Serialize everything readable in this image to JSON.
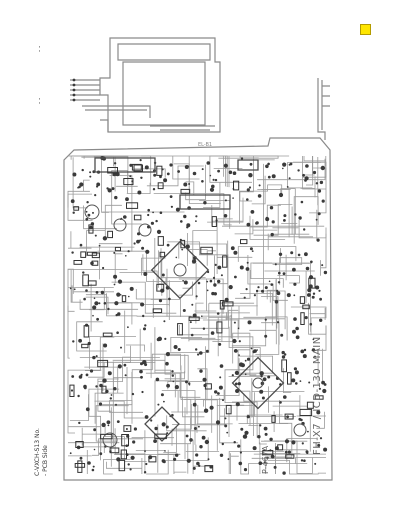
{
  "page": {
    "left_margin_text_top": "- -",
    "left_margin_text_mid": "- -",
    "left_margin_caption_1": "C-VXCH-S13 No.",
    "left_margin_caption_2": "- PCB Side"
  },
  "board": {
    "silkscreen_label": "FH-X7 / ICD-130 MAIN",
    "part_code": "P-467A",
    "tiny_sub_label": "EL-B1"
  },
  "colors": {
    "trace": "#7f7f7f",
    "trace_dark": "#4d4d4d",
    "pad": "#3a3a3a",
    "marker": "#ffe600"
  }
}
